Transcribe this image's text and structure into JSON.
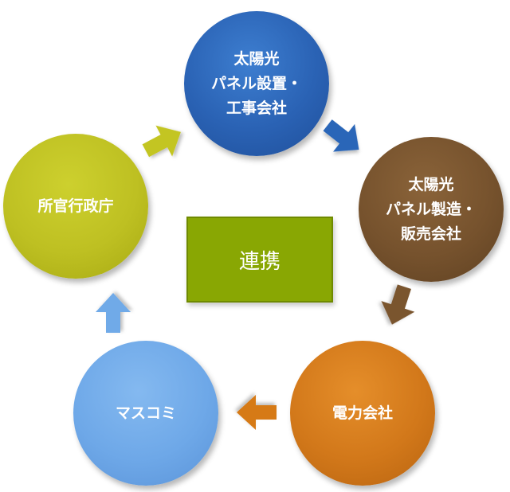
{
  "nodes": {
    "solar_install": {
      "lines": [
        "太陽光",
        "パネル設置・",
        "工事会社"
      ]
    },
    "solar_maker": {
      "lines": [
        "太陽光",
        "パネル製造・",
        "販売会社"
      ]
    },
    "power": {
      "lines": [
        "電力会社"
      ]
    },
    "media": {
      "lines": [
        "マスコミ"
      ]
    },
    "agency": {
      "lines": [
        "所官行政庁"
      ]
    }
  },
  "center": {
    "label": "連携"
  },
  "colors": {
    "solar_install": "#2a62b4",
    "solar_maker": "#76522d",
    "power": "#d2781a",
    "media": "#6ea8e8",
    "agency": "#bec022",
    "center": "#89a703"
  },
  "arrows": [
    {
      "from": "agency",
      "to": "solar_install",
      "color": "#bec022"
    },
    {
      "from": "solar_install",
      "to": "solar_maker",
      "color": "#2a62b4"
    },
    {
      "from": "solar_maker",
      "to": "power",
      "color": "#76522d"
    },
    {
      "from": "power",
      "to": "media",
      "color": "#d2781a"
    },
    {
      "from": "media",
      "to": "agency",
      "color": "#6ea8e8"
    }
  ]
}
